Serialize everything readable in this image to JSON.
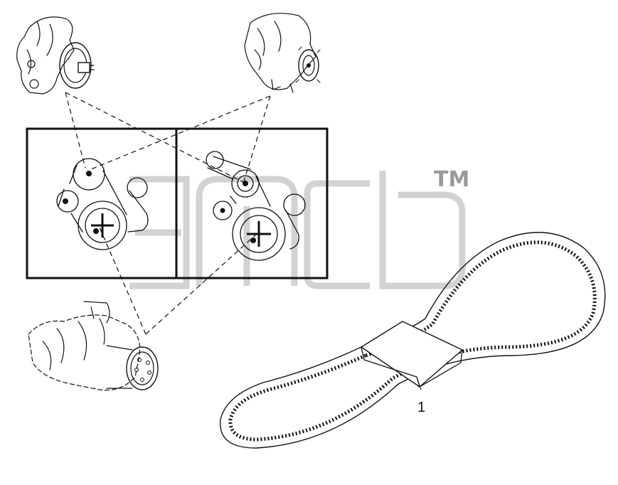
{
  "diagram": {
    "callouts": [
      {
        "id": "belt",
        "label": "1"
      }
    ]
  },
  "watermark": {
    "trademark": "TM"
  },
  "colors": {
    "ink": "#111111",
    "watermark": "#bdbdbd",
    "background": "#ffffff"
  }
}
